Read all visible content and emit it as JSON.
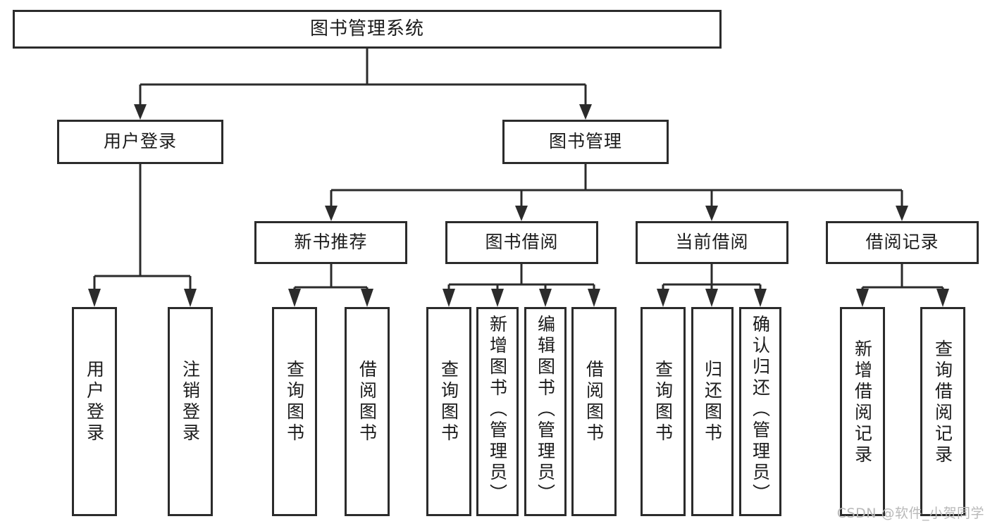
{
  "diagram": {
    "type": "tree",
    "title": "图书管理系统",
    "watermark": "CSDN @软件_小贺同学",
    "colors": {
      "stroke": "#2b2b2b",
      "fill": "#ffffff",
      "text": "#1b1b1b",
      "watermark": "#b9b9b9"
    },
    "root": {
      "label": "图书管理系统"
    },
    "level2": [
      {
        "id": "user-login",
        "label": "用户登录"
      },
      {
        "id": "book-manage",
        "label": "图书管理"
      }
    ],
    "level3": [
      {
        "id": "new-book-rec",
        "label": "新书推荐"
      },
      {
        "id": "book-borrow",
        "label": "图书借阅"
      },
      {
        "id": "current-borrow",
        "label": "当前借阅"
      },
      {
        "id": "borrow-record",
        "label": "借阅记录"
      }
    ],
    "leaves": {
      "user_login": [
        {
          "id": "leaf-user-login",
          "label": "用户登录"
        },
        {
          "id": "leaf-user-logout",
          "label": "注销登录"
        }
      ],
      "new_book_rec": [
        {
          "id": "leaf-query-book-1",
          "label": "查询图书"
        },
        {
          "id": "leaf-borrow-book-1",
          "label": "借阅图书"
        }
      ],
      "book_borrow": [
        {
          "id": "leaf-query-book-2",
          "label": "查询图书"
        },
        {
          "id": "leaf-add-book",
          "label": "新增图书（管理员）"
        },
        {
          "id": "leaf-edit-book",
          "label": "编辑图书（管理员）"
        },
        {
          "id": "leaf-borrow-book-2",
          "label": "借阅图书"
        }
      ],
      "current_borrow": [
        {
          "id": "leaf-query-book-3",
          "label": "查询图书"
        },
        {
          "id": "leaf-return-book",
          "label": "归还图书"
        },
        {
          "id": "leaf-confirm-return",
          "label": "确认归还（管理员）"
        }
      ],
      "borrow_record": [
        {
          "id": "leaf-add-record",
          "label": "新增借阅记录"
        },
        {
          "id": "leaf-query-record",
          "label": "查询借阅记录"
        }
      ]
    }
  }
}
